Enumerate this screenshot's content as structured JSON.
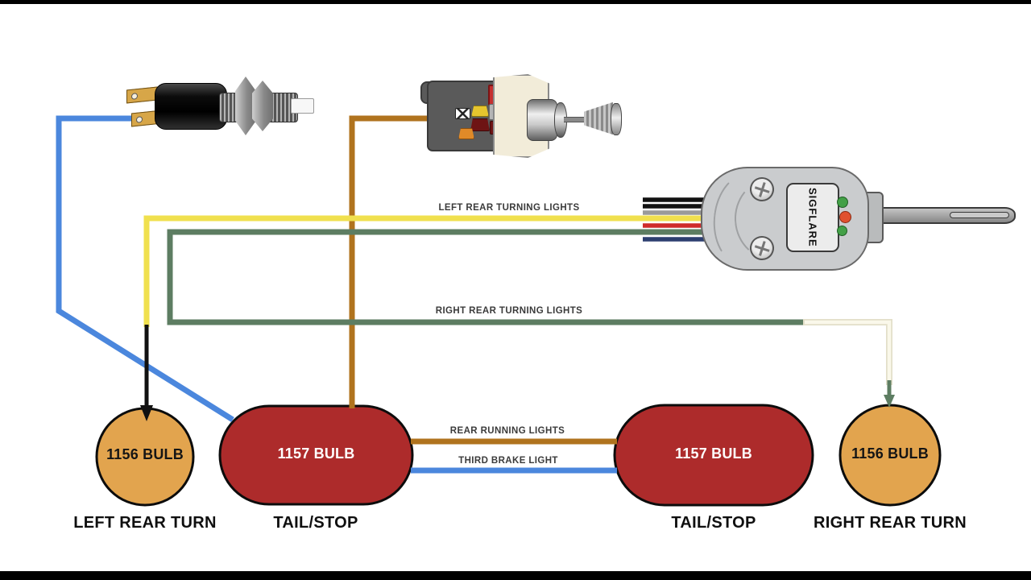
{
  "frame": {
    "style": "letterboxed diagram"
  },
  "components": {
    "brake_switch": {
      "id": "brake-light-switch"
    },
    "headlight_switch": {
      "id": "headlight-switch"
    },
    "turn_signal_switch": {
      "label": "SIGFLARE"
    }
  },
  "wire_labels": {
    "left_rear_turning": "LEFT REAR TURNING LIGHTS",
    "right_rear_turning": "RIGHT REAR TURNING LIGHTS",
    "rear_running": "REAR RUNNING LIGHTS",
    "third_brake": "THIRD BRAKE LIGHT"
  },
  "bulbs": {
    "left_turn": {
      "label": "1156 BULB",
      "caption": "LEFT REAR TURN"
    },
    "left_tail": {
      "label": "1157 BULB",
      "caption": "TAIL/STOP"
    },
    "right_tail": {
      "label": "1157 BULB",
      "caption": "TAIL/STOP"
    },
    "right_turn": {
      "label": "1156 BULB",
      "caption": "RIGHT REAR TURN"
    }
  },
  "colors": {
    "wire_blue": "#4b87dd",
    "wire_yellow": "#f0e04e",
    "wire_green": "#5d7d62",
    "wire_brown": "#b0731e",
    "wire_red": "#cf2b2b",
    "wire_navy": "#2d3f70",
    "wire_gray": "#9a9a9a",
    "wire_black": "#111111",
    "wire_cream_outer": "#e3dfc9",
    "wire_cream_inner": "#faf8ea",
    "bulb_amber": "#e2a44e",
    "bulb_red": "#ad2b2b",
    "led_green": "#43a047",
    "led_red": "#e0512f"
  }
}
